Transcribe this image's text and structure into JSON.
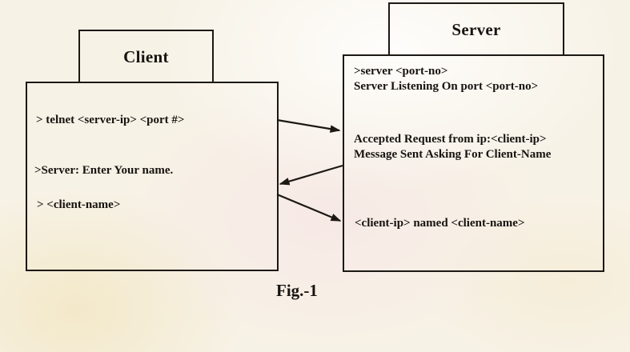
{
  "colors": {
    "paper": "#f7f2e6",
    "ink": "#171310",
    "line": "#1c1813"
  },
  "client_panel": {
    "title": "Client",
    "lines": [
      "> telnet <server-ip> <port #>",
      ">Server: Enter Your name.",
      "> <client-name>"
    ]
  },
  "server_panel": {
    "title": "Server",
    "lines": [
      ">server <port-no>",
      "Server Listening On port <port-no>",
      "Accepted Request from ip:<client-ip>",
      "Message Sent Asking For Client-Name",
      "<client-ip> named <client-name>"
    ]
  },
  "arrows": [
    {
      "direction": "client-to-server"
    },
    {
      "direction": "server-to-client"
    },
    {
      "direction": "client-to-server"
    }
  ],
  "caption": "Fig.-1"
}
